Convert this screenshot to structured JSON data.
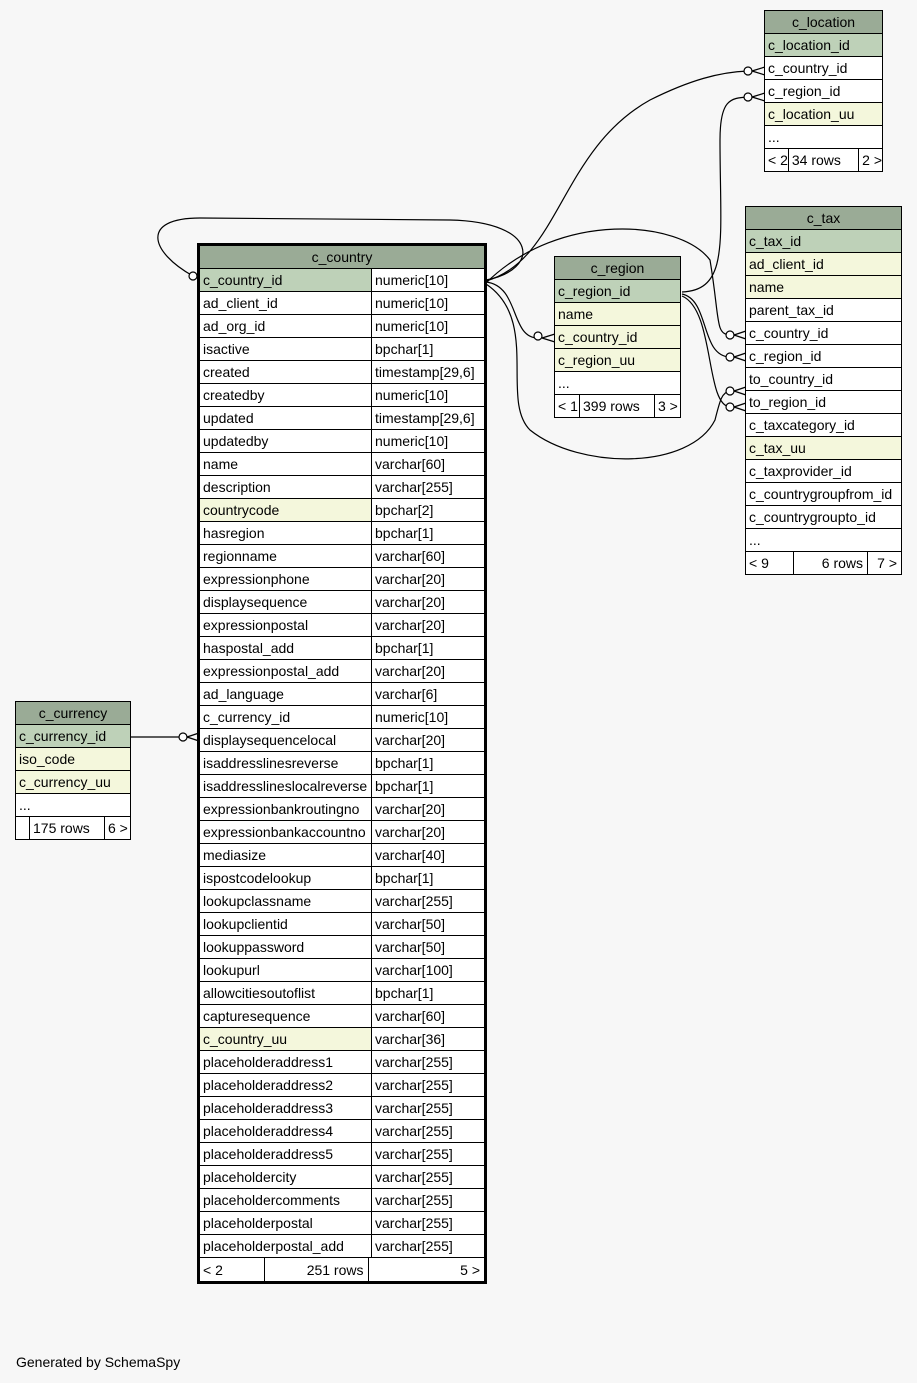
{
  "tables": {
    "c_location": {
      "name": "c_location",
      "columns": [
        {
          "name": "c_location_id",
          "kind": "pk"
        },
        {
          "name": "c_country_id",
          "kind": "plain"
        },
        {
          "name": "c_region_id",
          "kind": "plain"
        },
        {
          "name": "c_location_uu",
          "kind": "idx"
        },
        {
          "name": "...",
          "kind": "plain"
        }
      ],
      "footer": {
        "prev": "< 2",
        "rows": "34 rows",
        "next": "2 >"
      }
    },
    "c_tax": {
      "name": "c_tax",
      "columns": [
        {
          "name": "c_tax_id",
          "kind": "pk"
        },
        {
          "name": "ad_client_id",
          "kind": "idx"
        },
        {
          "name": "name",
          "kind": "idx"
        },
        {
          "name": "parent_tax_id",
          "kind": "plain"
        },
        {
          "name": "c_country_id",
          "kind": "plain"
        },
        {
          "name": "c_region_id",
          "kind": "plain"
        },
        {
          "name": "to_country_id",
          "kind": "plain"
        },
        {
          "name": "to_region_id",
          "kind": "plain"
        },
        {
          "name": "c_taxcategory_id",
          "kind": "plain"
        },
        {
          "name": "c_tax_uu",
          "kind": "idx"
        },
        {
          "name": "c_taxprovider_id",
          "kind": "plain"
        },
        {
          "name": "c_countrygroupfrom_id",
          "kind": "plain"
        },
        {
          "name": "c_countrygroupto_id",
          "kind": "plain"
        },
        {
          "name": "...",
          "kind": "plain"
        }
      ],
      "footer": {
        "prev": "< 9",
        "rows": "6 rows",
        "next": "7 >"
      }
    },
    "c_region": {
      "name": "c_region",
      "columns": [
        {
          "name": "c_region_id",
          "kind": "pk"
        },
        {
          "name": "name",
          "kind": "idx"
        },
        {
          "name": "c_country_id",
          "kind": "idx"
        },
        {
          "name": "c_region_uu",
          "kind": "idx"
        },
        {
          "name": "...",
          "kind": "plain"
        }
      ],
      "footer": {
        "prev": "< 1",
        "rows": "399 rows",
        "next": "3 >"
      }
    },
    "c_currency": {
      "name": "c_currency",
      "columns": [
        {
          "name": "c_currency_id",
          "kind": "pk"
        },
        {
          "name": "iso_code",
          "kind": "idx"
        },
        {
          "name": "c_currency_uu",
          "kind": "idx"
        },
        {
          "name": "...",
          "kind": "plain"
        }
      ],
      "footer": {
        "prev": "",
        "rows": "175 rows",
        "next": "6 >"
      }
    },
    "c_country": {
      "name": "c_country",
      "columns": [
        {
          "name": "c_country_id",
          "type": "numeric[10]",
          "kind": "pk"
        },
        {
          "name": "ad_client_id",
          "type": "numeric[10]",
          "kind": "plain"
        },
        {
          "name": "ad_org_id",
          "type": "numeric[10]",
          "kind": "plain"
        },
        {
          "name": "isactive",
          "type": "bpchar[1]",
          "kind": "plain"
        },
        {
          "name": "created",
          "type": "timestamp[29,6]",
          "kind": "plain"
        },
        {
          "name": "createdby",
          "type": "numeric[10]",
          "kind": "plain"
        },
        {
          "name": "updated",
          "type": "timestamp[29,6]",
          "kind": "plain"
        },
        {
          "name": "updatedby",
          "type": "numeric[10]",
          "kind": "plain"
        },
        {
          "name": "name",
          "type": "varchar[60]",
          "kind": "plain"
        },
        {
          "name": "description",
          "type": "varchar[255]",
          "kind": "plain"
        },
        {
          "name": "countrycode",
          "type": "bpchar[2]",
          "kind": "idx"
        },
        {
          "name": "hasregion",
          "type": "bpchar[1]",
          "kind": "plain"
        },
        {
          "name": "regionname",
          "type": "varchar[60]",
          "kind": "plain"
        },
        {
          "name": "expressionphone",
          "type": "varchar[20]",
          "kind": "plain"
        },
        {
          "name": "displaysequence",
          "type": "varchar[20]",
          "kind": "plain"
        },
        {
          "name": "expressionpostal",
          "type": "varchar[20]",
          "kind": "plain"
        },
        {
          "name": "haspostal_add",
          "type": "bpchar[1]",
          "kind": "plain"
        },
        {
          "name": "expressionpostal_add",
          "type": "varchar[20]",
          "kind": "plain"
        },
        {
          "name": "ad_language",
          "type": "varchar[6]",
          "kind": "plain"
        },
        {
          "name": "c_currency_id",
          "type": "numeric[10]",
          "kind": "plain"
        },
        {
          "name": "displaysequencelocal",
          "type": "varchar[20]",
          "kind": "plain"
        },
        {
          "name": "isaddresslinesreverse",
          "type": "bpchar[1]",
          "kind": "plain"
        },
        {
          "name": "isaddresslineslocalreverse",
          "type": "bpchar[1]",
          "kind": "plain"
        },
        {
          "name": "expressionbankroutingno",
          "type": "varchar[20]",
          "kind": "plain"
        },
        {
          "name": "expressionbankaccountno",
          "type": "varchar[20]",
          "kind": "plain"
        },
        {
          "name": "mediasize",
          "type": "varchar[40]",
          "kind": "plain"
        },
        {
          "name": "ispostcodelookup",
          "type": "bpchar[1]",
          "kind": "plain"
        },
        {
          "name": "lookupclassname",
          "type": "varchar[255]",
          "kind": "plain"
        },
        {
          "name": "lookupclientid",
          "type": "varchar[50]",
          "kind": "plain"
        },
        {
          "name": "lookuppassword",
          "type": "varchar[50]",
          "kind": "plain"
        },
        {
          "name": "lookupurl",
          "type": "varchar[100]",
          "kind": "plain"
        },
        {
          "name": "allowcitiesoutoflist",
          "type": "bpchar[1]",
          "kind": "plain"
        },
        {
          "name": "capturesequence",
          "type": "varchar[60]",
          "kind": "plain"
        },
        {
          "name": "c_country_uu",
          "type": "varchar[36]",
          "kind": "idx"
        },
        {
          "name": "placeholderaddress1",
          "type": "varchar[255]",
          "kind": "plain"
        },
        {
          "name": "placeholderaddress2",
          "type": "varchar[255]",
          "kind": "plain"
        },
        {
          "name": "placeholderaddress3",
          "type": "varchar[255]",
          "kind": "plain"
        },
        {
          "name": "placeholderaddress4",
          "type": "varchar[255]",
          "kind": "plain"
        },
        {
          "name": "placeholderaddress5",
          "type": "varchar[255]",
          "kind": "plain"
        },
        {
          "name": "placeholdercity",
          "type": "varchar[255]",
          "kind": "plain"
        },
        {
          "name": "placeholdercomments",
          "type": "varchar[255]",
          "kind": "plain"
        },
        {
          "name": "placeholderpostal",
          "type": "varchar[255]",
          "kind": "plain"
        },
        {
          "name": "placeholderpostal_add",
          "type": "varchar[255]",
          "kind": "plain"
        }
      ],
      "footer": {
        "prev": "< 2",
        "rows": "251 rows",
        "next": "5 >"
      }
    }
  },
  "colors": {
    "header": "#9aab96",
    "primary_key": "#bed1b8",
    "indexed": "#f4f7dc",
    "background": "#f7f7f7"
  },
  "footer_text": "Generated by SchemaSpy"
}
